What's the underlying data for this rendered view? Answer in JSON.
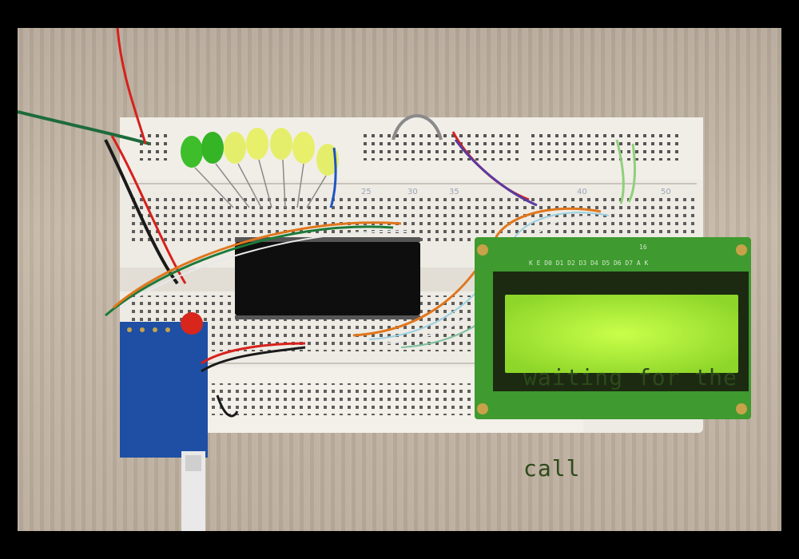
{
  "lcd": {
    "line1": "waiting for the",
    "line2": "call",
    "pin_labels": "K  E  D0 D1 D2 D3 D4 D5 D6 D7 A  K",
    "pin_number": "16"
  },
  "breadboard": {
    "col_label_25": "25",
    "col_label_30": "30",
    "col_label_35": "35",
    "col_label_40": "40",
    "col_label_50": "50"
  },
  "colors": {
    "wood": "#c2b4a3",
    "breadboard": "#efece6",
    "lcd_backlight": "#b6f03a",
    "lcd_pcb": "#3f9a2f",
    "chip": "#111111",
    "module_pcb": "#1f4fa5",
    "led_green": "#3dbe2a",
    "led_yellow": "#e8ef6a",
    "led_red": "#d8261c"
  }
}
